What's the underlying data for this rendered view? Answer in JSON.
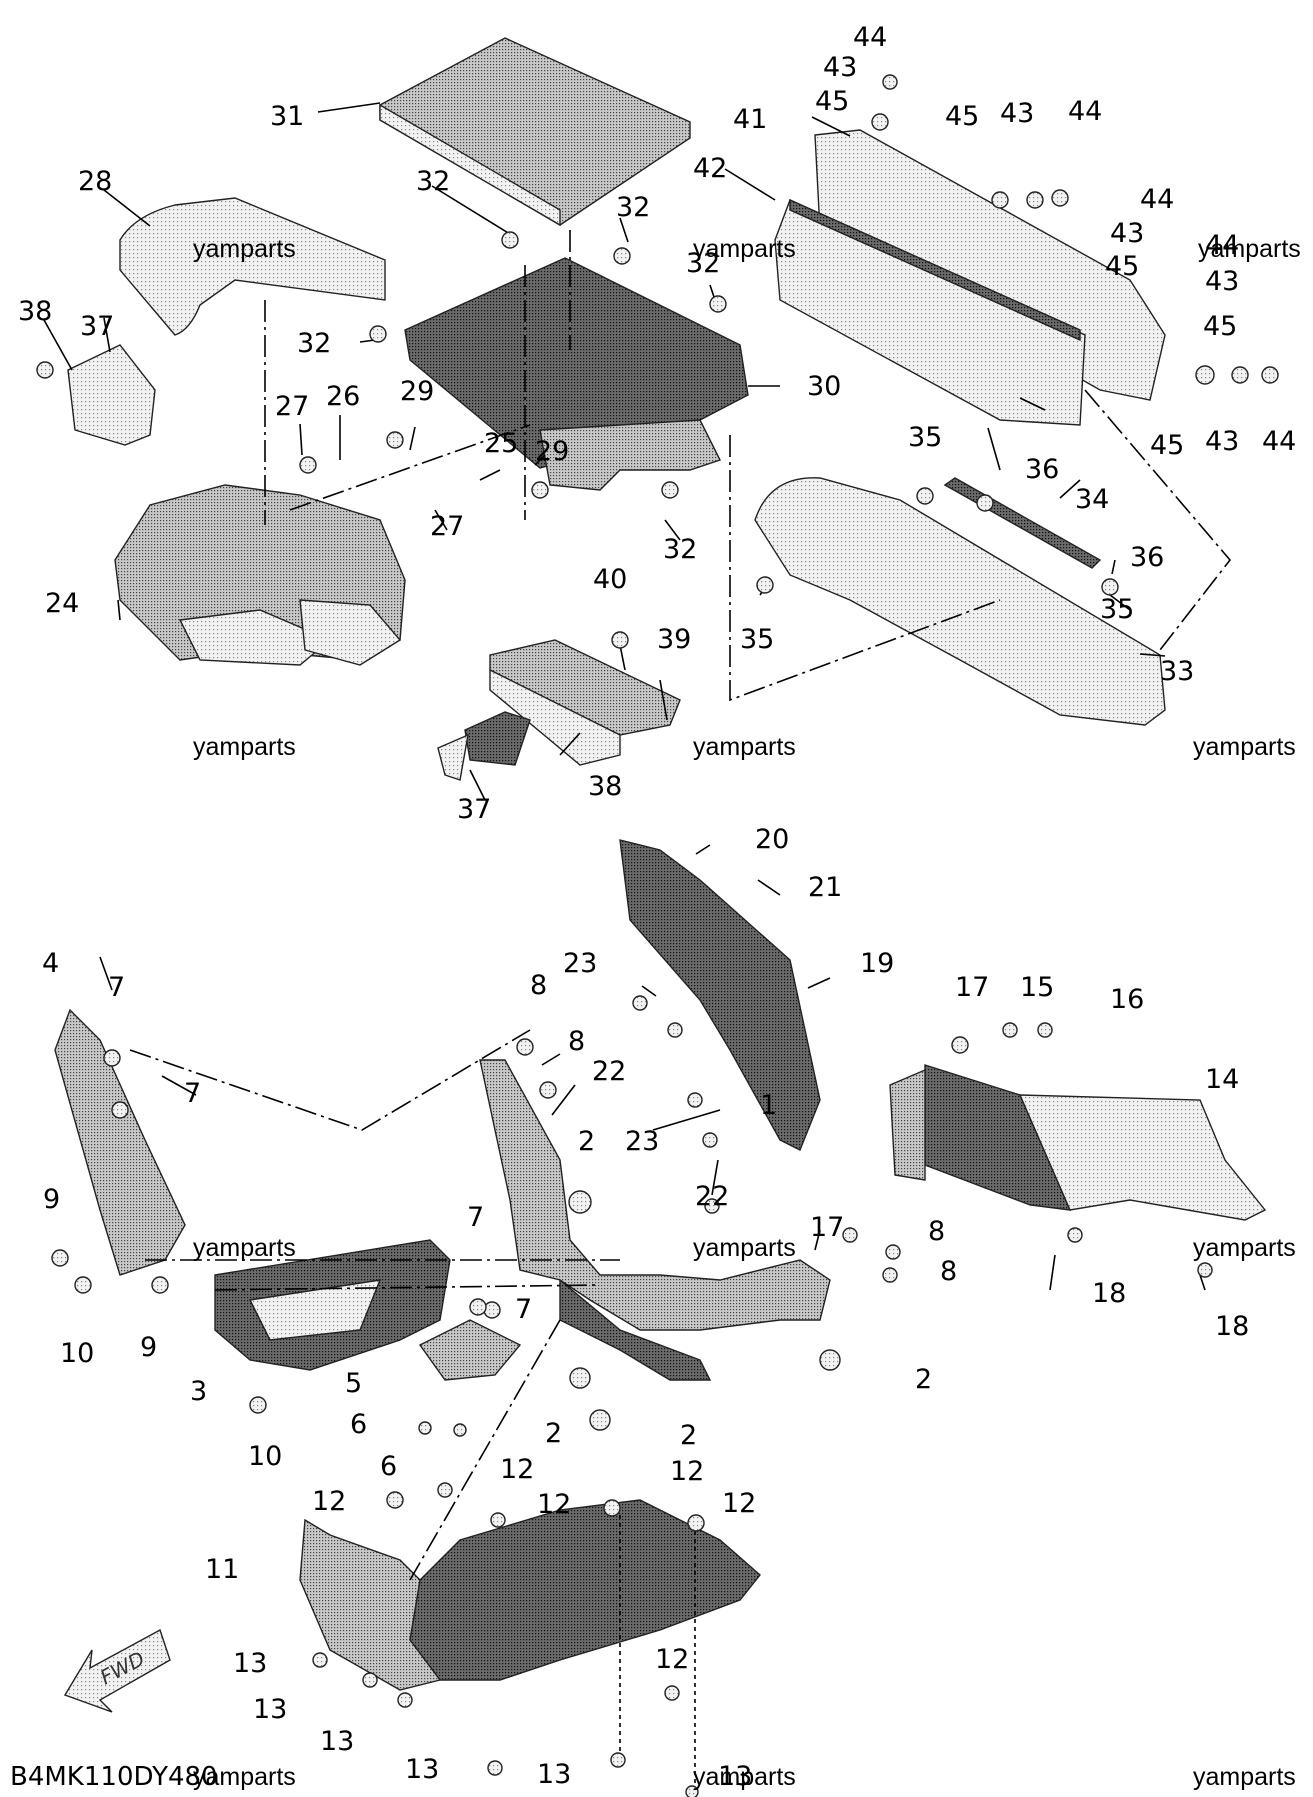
{
  "diagram_code": "B4MK110DY480",
  "watermark_text": "yamparts",
  "fwd_label": "FWD",
  "callouts": [
    "1",
    "2",
    "3",
    "4",
    "5",
    "6",
    "7",
    "8",
    "9",
    "10",
    "11",
    "12",
    "13",
    "14",
    "15",
    "16",
    "17",
    "18",
    "19",
    "20",
    "21",
    "22",
    "23",
    "24",
    "25",
    "26",
    "27",
    "28",
    "29",
    "30",
    "31",
    "32",
    "33",
    "34",
    "35",
    "36",
    "37",
    "38",
    "39",
    "40",
    "41",
    "42",
    "43",
    "44",
    "45"
  ]
}
